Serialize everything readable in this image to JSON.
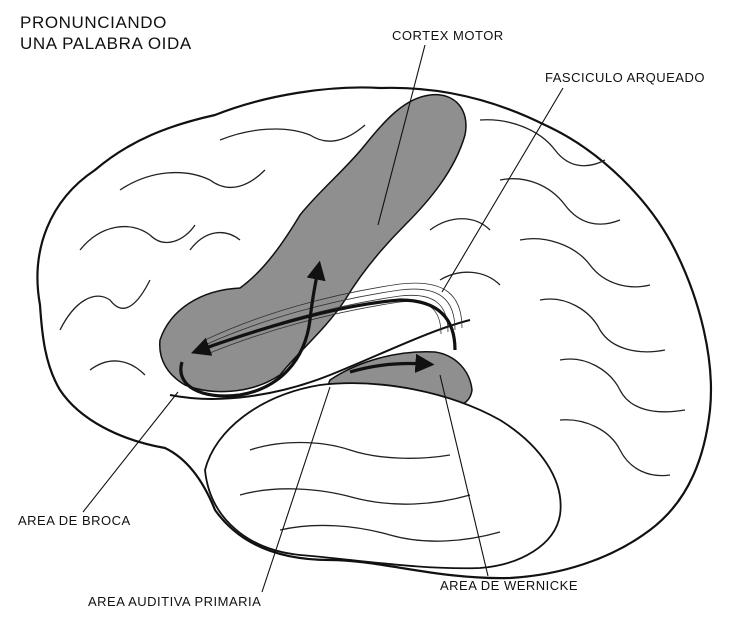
{
  "title": {
    "line1": "PRONUNCIANDO",
    "line2": "UNA PALABRA OIDA"
  },
  "labels": {
    "motor_cortex": "CORTEX MOTOR",
    "arcuate_fasciculus": "FASCICULO ARQUEADO",
    "broca_area": "AREA DE BROCA",
    "wernicke_area": "AREA DE WERNICKE",
    "primary_auditory_area": "AREA AUDITIVA PRIMARIA"
  },
  "colors": {
    "shaded_regions": "#8f8f8f",
    "ink": "#111111"
  }
}
